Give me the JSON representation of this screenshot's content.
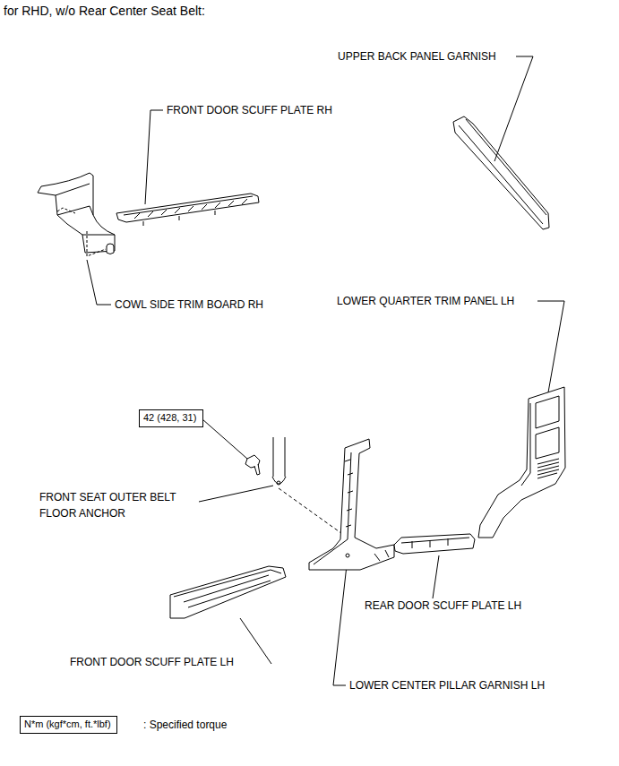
{
  "diagram": {
    "title": "for RHD, w/o Rear Center Seat Belt:",
    "nodes": [
      {
        "text": [
          "42 (428, 31)"
        ]
      },
      {
        "text": [
          "N*m (kgf*cm, ft.*lbf)"
        ]
      }
    ],
    "labels": [
      "UPPER BACK PANEL GARNISH",
      "FRONT DOOR SCUFF PLATE RH",
      "COWL SIDE TRIM BOARD RH",
      "LOWER QUARTER TRIM PANEL LH",
      "FRONT SEAT OUTER BELT FLOOR ANCHOR",
      "REAR DOOR SCUFF PLATE LH",
      "FRONT DOOR SCUFF PLATE LH",
      "LOWER CENTER PILLAR GARNISH LH",
      ": Specified torque"
    ]
  }
}
